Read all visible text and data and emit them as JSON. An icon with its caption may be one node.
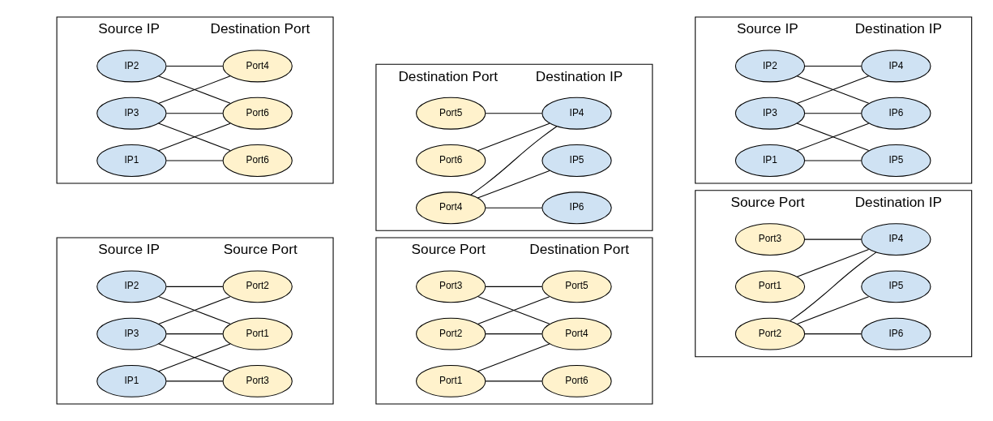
{
  "diagram": {
    "nodes": [
      {
        "text": [
          "Source IP",
          "Source Port"
        ]
      },
      {
        "text": [
          "IP1"
        ],
        "in": 0
      },
      {
        "text": [
          "IP2"
        ],
        "in": 0
      },
      {
        "text": [
          "IP3"
        ],
        "in": 0
      },
      {
        "text": [
          "Port1"
        ],
        "in": 0
      },
      {
        "text": [
          "Port2"
        ],
        "in": 0
      },
      {
        "text": [
          "Port3"
        ],
        "in": 0
      },
      {
        "text": [
          "Source Port",
          "Destination Port"
        ]
      },
      {
        "text": [
          "Port1"
        ],
        "in": 7
      },
      {
        "text": [
          "Port2"
        ],
        "in": 7
      },
      {
        "text": [
          "Port3"
        ],
        "in": 7
      },
      {
        "text": [
          "Port6"
        ],
        "in": 7
      },
      {
        "text": [
          "Port4"
        ],
        "in": 7
      },
      {
        "text": [
          "Port5"
        ],
        "in": 7
      },
      {
        "text": [
          "Source Port",
          "Destination IP"
        ]
      },
      {
        "text": [
          "Port1"
        ],
        "in": 14
      },
      {
        "text": [
          "Port2"
        ],
        "in": 14
      },
      {
        "text": [
          "Port3"
        ],
        "in": 14
      },
      {
        "text": [
          "IP6"
        ],
        "in": 14
      },
      {
        "text": [
          "IP4"
        ],
        "in": 14
      },
      {
        "text": [
          "IP5"
        ],
        "in": 14
      },
      {
        "text": [
          "Source IP",
          "Destination Port"
        ]
      },
      {
        "text": [
          "IP1"
        ],
        "in": 21
      },
      {
        "text": [
          "IP2"
        ],
        "in": 21
      },
      {
        "text": [
          "IP3"
        ],
        "in": 21
      },
      {
        "text": [
          "Port6"
        ],
        "in": 21
      },
      {
        "text": [
          "Port4"
        ],
        "in": 21
      },
      {
        "text": [
          "Port6"
        ],
        "in": 21
      },
      {
        "text": [
          "Destination Port",
          "Destination IP"
        ]
      },
      {
        "text": [
          "Port6"
        ],
        "in": 28
      },
      {
        "text": [
          "Port4"
        ],
        "in": 28
      },
      {
        "text": [
          "Port5"
        ],
        "in": 28
      },
      {
        "text": [
          "IP6"
        ],
        "in": 28
      },
      {
        "text": [
          "IP4"
        ],
        "in": 28
      },
      {
        "text": [
          "IP5"
        ],
        "in": 28
      },
      {
        "text": [
          "Source IP",
          "Destination IP"
        ]
      },
      {
        "text": [
          "IP1"
        ],
        "in": 35
      },
      {
        "text": [
          "IP2"
        ],
        "in": 35
      },
      {
        "text": [
          "IP3"
        ],
        "in": 35
      },
      {
        "text": [
          "IP6"
        ],
        "in": 35
      },
      {
        "text": [
          "IP4"
        ],
        "in": 35
      },
      {
        "text": [
          "IP5"
        ],
        "in": 35
      }
    ],
    "edges": [
      {
        "from": 1,
        "to": 4,
        "arrow": "none"
      },
      {
        "from": 1,
        "to": 6,
        "arrow": "none"
      },
      {
        "from": 2,
        "to": 4,
        "arrow": "none"
      },
      {
        "from": 2,
        "to": 5,
        "arrow": "none"
      },
      {
        "from": 3,
        "to": 4,
        "arrow": "none"
      },
      {
        "from": 3,
        "to": 5,
        "arrow": "none"
      },
      {
        "from": 3,
        "to": 6,
        "arrow": "none"
      },
      {
        "from": 8,
        "to": 11,
        "arrow": "none"
      },
      {
        "from": 8,
        "to": 12,
        "arrow": "none"
      },
      {
        "from": 9,
        "to": 12,
        "arrow": "none"
      },
      {
        "from": 9,
        "to": 13,
        "arrow": "none"
      },
      {
        "from": 10,
        "to": 12,
        "arrow": "none"
      },
      {
        "from": 10,
        "to": 13,
        "arrow": "none"
      },
      {
        "from": 15,
        "to": 19,
        "arrow": "none"
      },
      {
        "from": 16,
        "to": 18,
        "arrow": "none"
      },
      {
        "from": 16,
        "to": 19,
        "arrow": "none"
      },
      {
        "from": 16,
        "to": 20,
        "arrow": "none"
      },
      {
        "from": 17,
        "to": 19,
        "arrow": "none"
      },
      {
        "from": 22,
        "to": 25,
        "arrow": "none"
      },
      {
        "from": 22,
        "to": 27,
        "arrow": "none"
      },
      {
        "from": 23,
        "to": 25,
        "arrow": "none"
      },
      {
        "from": 23,
        "to": 26,
        "arrow": "none"
      },
      {
        "from": 24,
        "to": 25,
        "arrow": "none"
      },
      {
        "from": 24,
        "to": 26,
        "arrow": "none"
      },
      {
        "from": 24,
        "to": 27,
        "arrow": "none"
      },
      {
        "from": 29,
        "to": 33,
        "arrow": "none"
      },
      {
        "from": 30,
        "to": 32,
        "arrow": "none"
      },
      {
        "from": 30,
        "to": 33,
        "arrow": "none"
      },
      {
        "from": 30,
        "to": 34,
        "arrow": "none"
      },
      {
        "from": 31,
        "to": 33,
        "arrow": "none"
      },
      {
        "from": 36,
        "to": 39,
        "arrow": "none"
      },
      {
        "from": 36,
        "to": 41,
        "arrow": "none"
      },
      {
        "from": 37,
        "to": 39,
        "arrow": "none"
      },
      {
        "from": 37,
        "to": 40,
        "arrow": "none"
      },
      {
        "from": 38,
        "to": 39,
        "arrow": "none"
      },
      {
        "from": 38,
        "to": 40,
        "arrow": "none"
      },
      {
        "from": 38,
        "to": 41,
        "arrow": "none"
      }
    ]
  }
}
